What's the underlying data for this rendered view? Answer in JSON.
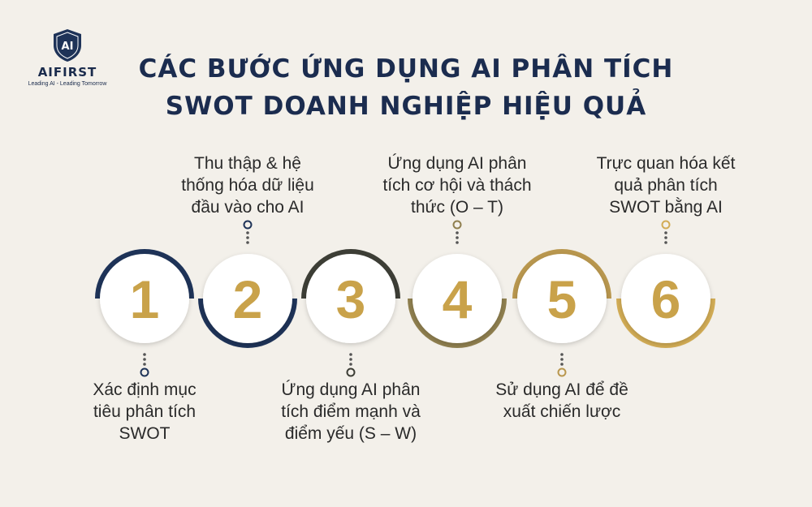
{
  "logo": {
    "mark": "AI",
    "name": "AIFIRST",
    "tagline": "Leading AI - Leading Tomorrow"
  },
  "title": {
    "line1": "CÁC BƯỚC ỨNG DỤNG AI PHÂN TÍCH",
    "line2": "SWOT DOANH NGHIỆP HIỆU QUẢ"
  },
  "colors": {
    "navy": "#1e3358",
    "gold": "#c9a24a",
    "background": "#f3f0ea"
  },
  "steps": [
    {
      "number": "1",
      "label": [
        "Xác định mục",
        "tiêu phân tích",
        "SWOT"
      ],
      "position": "bottom",
      "ring": "navy-top"
    },
    {
      "number": "2",
      "label": [
        "Thu thập & hệ",
        "thống hóa dữ liệu",
        "đầu vào cho AI"
      ],
      "position": "top",
      "ring": "navy-bottom"
    },
    {
      "number": "3",
      "label": [
        "Ứng dụng AI phân",
        "tích điểm mạnh và",
        "điểm yếu (S – W)"
      ],
      "position": "bottom",
      "ring": "dark-olive-top"
    },
    {
      "number": "4",
      "label": [
        "Ứng dụng AI phân",
        "tích cơ hội và thách",
        "thức (O – T)"
      ],
      "position": "top",
      "ring": "olive-bottom"
    },
    {
      "number": "5",
      "label": [
        "Sử dụng AI để đề",
        "xuất chiến lược"
      ],
      "position": "bottom",
      "ring": "gold-top"
    },
    {
      "number": "6",
      "label": [
        "Trực quan hóa kết",
        "quả phân tích",
        "SWOT bằng AI"
      ],
      "position": "top",
      "ring": "gold-bottom"
    }
  ]
}
